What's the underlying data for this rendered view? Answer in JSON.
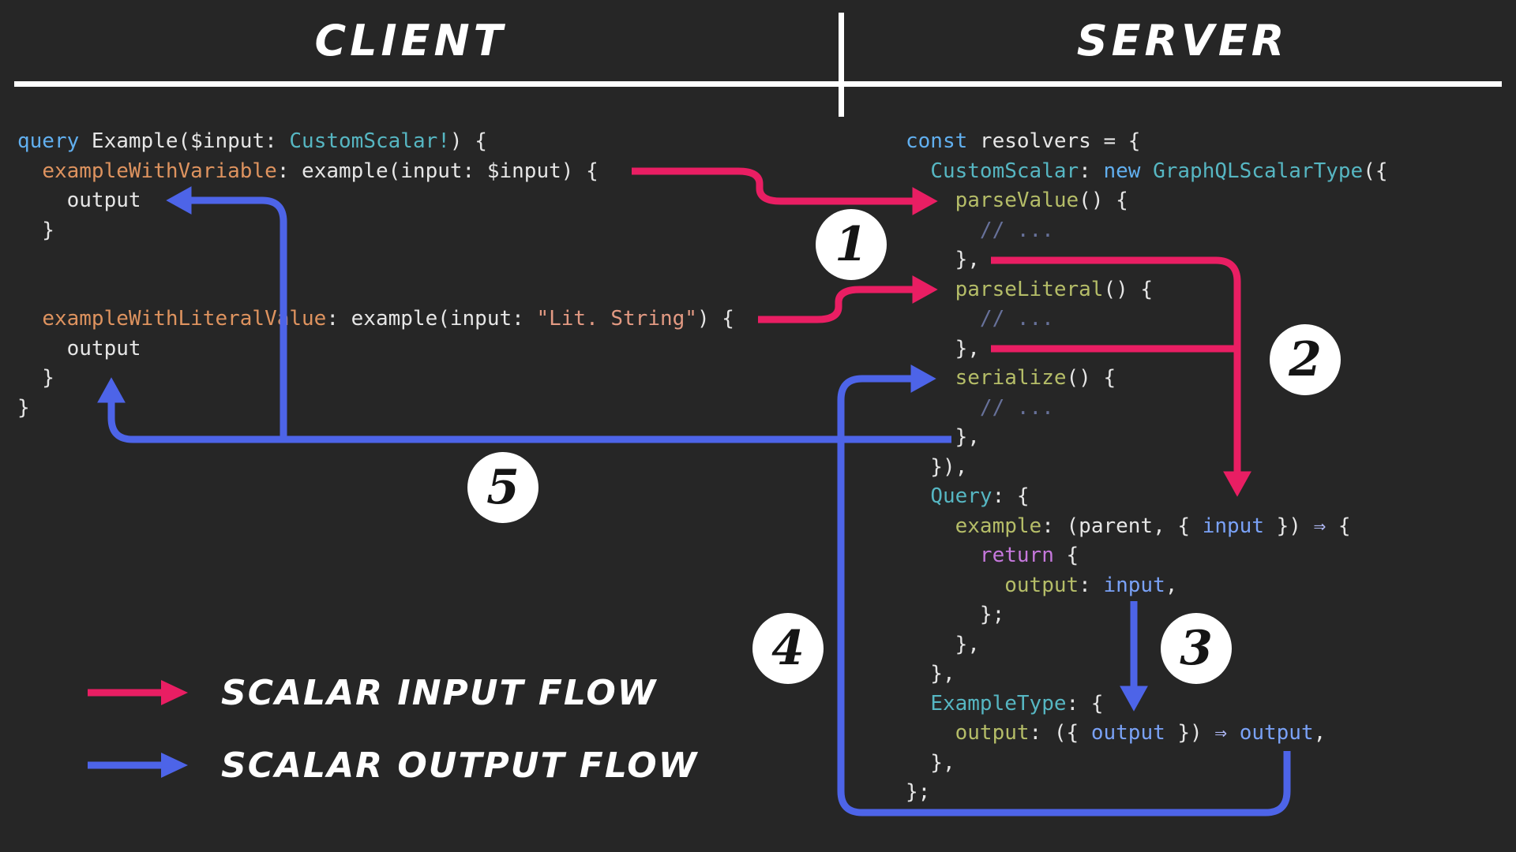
{
  "header": {
    "client": "CLIENT",
    "server": "SERVER"
  },
  "legend": [
    {
      "label": "SCALAR INPUT FLOW",
      "flow": "input"
    },
    {
      "label": "SCALAR OUTPUT FLOW",
      "flow": "output"
    }
  ],
  "badges": [
    "1",
    "2",
    "3",
    "4",
    "5"
  ],
  "colors": {
    "background": "#262626",
    "divider": "#ffffff",
    "input_flow": "#e91e63",
    "output_flow": "#4d64e8"
  },
  "client_code": [
    [
      [
        "kw",
        "query"
      ],
      [
        "p",
        " Example("
      ],
      [
        "p",
        "$input: "
      ],
      [
        "type",
        "CustomScalar!"
      ],
      [
        "p",
        ") {"
      ]
    ],
    [
      [
        "p",
        "  "
      ],
      [
        "alias",
        "exampleWithVariable"
      ],
      [
        "p",
        ": example(input: $input) {"
      ]
    ],
    [
      [
        "p",
        "    output"
      ]
    ],
    [
      [
        "p",
        "  }"
      ]
    ],
    [],
    [],
    [
      [
        "p",
        "  "
      ],
      [
        "alias",
        "exampleWithLiteralValue"
      ],
      [
        "p",
        ": example(input: "
      ],
      [
        "str",
        "\"Lit. String\""
      ],
      [
        "p",
        ") {"
      ]
    ],
    [
      [
        "p",
        "    output"
      ]
    ],
    [
      [
        "p",
        "  }"
      ]
    ],
    [
      [
        "p",
        "}"
      ]
    ]
  ],
  "server_code": [
    [
      [
        "kw",
        "const"
      ],
      [
        "p",
        " resolvers = {"
      ]
    ],
    [
      [
        "p",
        "  "
      ],
      [
        "type",
        "CustomScalar"
      ],
      [
        "p",
        ": "
      ],
      [
        "kw",
        "new"
      ],
      [
        "p",
        " "
      ],
      [
        "type",
        "GraphQLScalarType"
      ],
      [
        "p",
        "({"
      ]
    ],
    [
      [
        "p",
        "    "
      ],
      [
        "fn",
        "parseValue"
      ],
      [
        "p",
        "() {"
      ]
    ],
    [
      [
        "cm",
        "      // ..."
      ]
    ],
    [
      [
        "p",
        "    },"
      ]
    ],
    [
      [
        "p",
        "    "
      ],
      [
        "fn",
        "parseLiteral"
      ],
      [
        "p",
        "() {"
      ]
    ],
    [
      [
        "cm",
        "      // ..."
      ]
    ],
    [
      [
        "p",
        "    },"
      ]
    ],
    [
      [
        "p",
        "    "
      ],
      [
        "fn",
        "serialize"
      ],
      [
        "p",
        "() {"
      ]
    ],
    [
      [
        "cm",
        "      // ..."
      ]
    ],
    [
      [
        "p",
        "    },"
      ]
    ],
    [
      [
        "p",
        "  }),"
      ]
    ],
    [
      [
        "p",
        "  "
      ],
      [
        "type",
        "Query"
      ],
      [
        "p",
        ": {"
      ]
    ],
    [
      [
        "p",
        "    "
      ],
      [
        "fn",
        "example"
      ],
      [
        "p",
        ": (parent, { "
      ],
      [
        "var",
        "input"
      ],
      [
        "p",
        " }) "
      ],
      [
        "op",
        "⇒"
      ],
      [
        "p",
        " {"
      ]
    ],
    [
      [
        "p",
        "      "
      ],
      [
        "ret",
        "return"
      ],
      [
        "p",
        " {"
      ]
    ],
    [
      [
        "p",
        "        "
      ],
      [
        "fn",
        "output"
      ],
      [
        "p",
        ": "
      ],
      [
        "var",
        "input"
      ],
      [
        "p",
        ","
      ]
    ],
    [
      [
        "p",
        "      };"
      ]
    ],
    [
      [
        "p",
        "    },"
      ]
    ],
    [
      [
        "p",
        "  },"
      ]
    ],
    [
      [
        "p",
        "  "
      ],
      [
        "type",
        "ExampleType"
      ],
      [
        "p",
        ": {"
      ]
    ],
    [
      [
        "p",
        "    "
      ],
      [
        "fn",
        "output"
      ],
      [
        "p",
        ": ({ "
      ],
      [
        "var",
        "output"
      ],
      [
        "p",
        " }) "
      ],
      [
        "op",
        "⇒"
      ],
      [
        "p",
        " "
      ],
      [
        "var",
        "output"
      ],
      [
        "p",
        ","
      ]
    ],
    [
      [
        "p",
        "  },"
      ]
    ],
    [
      [
        "p",
        "};"
      ]
    ]
  ]
}
